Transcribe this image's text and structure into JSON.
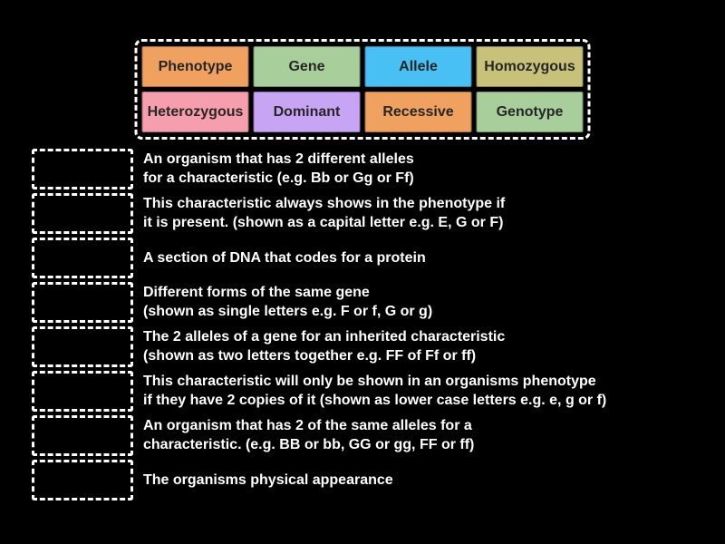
{
  "activity": {
    "type_label": "match-up",
    "background_color": "#000000",
    "dashed_border_color": "#ffffff",
    "text_color": "#ffffff"
  },
  "tile_bank": {
    "tiles": [
      {
        "label": "Phenotype",
        "color": "#f0a160"
      },
      {
        "label": "Gene",
        "color": "#a8cf9b"
      },
      {
        "label": "Allele",
        "color": "#49c0f4"
      },
      {
        "label": "Homozygous",
        "color": "#c8c17a"
      },
      {
        "label": "Heterozygous",
        "color": "#f69ead"
      },
      {
        "label": "Dominant",
        "color": "#c8a4f4"
      },
      {
        "label": "Recessive",
        "color": "#f0a160"
      },
      {
        "label": "Genotype",
        "color": "#a8cf9b"
      }
    ]
  },
  "definitions": [
    {
      "line1": "An organism that has 2 different alleles",
      "line2": "for a characteristic (e.g. Bb or Gg or Ff)"
    },
    {
      "line1": "This characteristic always shows in the phenotype if",
      "line2": "it is present. (shown as a capital letter e.g. E, G or F)"
    },
    {
      "line1": "A section of DNA that codes for a protein",
      "line2": ""
    },
    {
      "line1": "Different forms of the same gene",
      "line2": "(shown as single letters e.g. F or f, G or g)"
    },
    {
      "line1": "The 2 alleles of a gene for an inherited characteristic",
      "line2": "(shown as two letters together e.g. FF of Ff or ff)"
    },
    {
      "line1": "This characteristic will only be shown in an organisms phenotype",
      "line2": "if they have 2 copies of it (shown as lower case letters e.g. e, g or f)"
    },
    {
      "line1": "An organism that has 2 of the same alleles for a",
      "line2": "characteristic. (e.g. BB or bb, GG or gg, FF or ff)"
    },
    {
      "line1": "The organisms physical appearance",
      "line2": ""
    }
  ]
}
